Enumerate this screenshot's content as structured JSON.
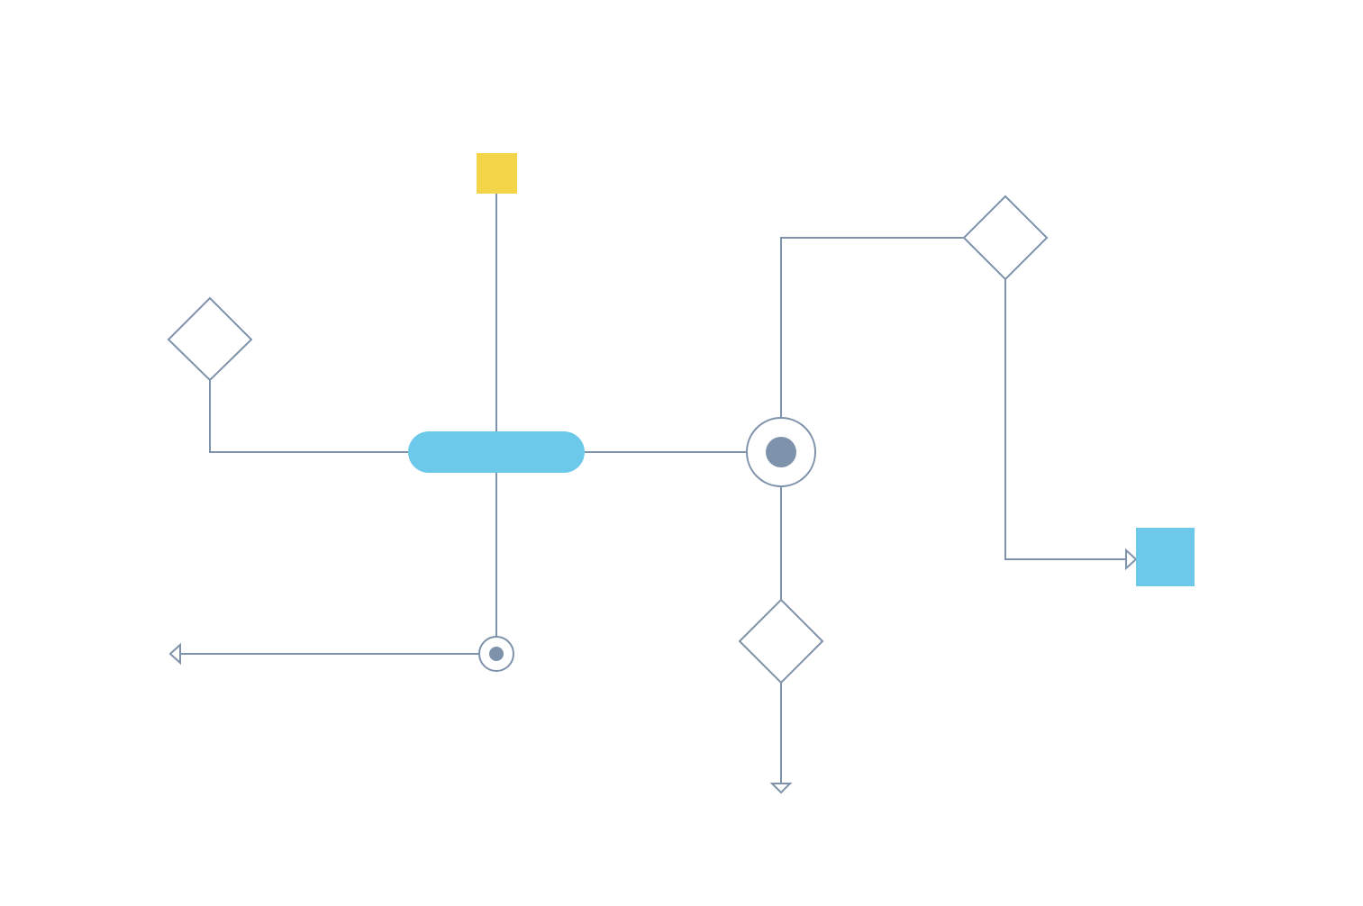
{
  "diagram": {
    "colors": {
      "stroke": "#7f92ab",
      "background": "#ffffff",
      "terminal_blue": "#6cc9ea",
      "terminal_yellow": "#f4d54a",
      "node_dot": "#7f92ab"
    },
    "nodes": [
      {
        "id": "yellow-start",
        "shape": "square",
        "fill": "terminal_yellow"
      },
      {
        "id": "central-bar",
        "shape": "pill",
        "fill": "terminal_blue"
      },
      {
        "id": "left-decision",
        "shape": "diamond"
      },
      {
        "id": "bottom-merge",
        "shape": "circle-dot-small"
      },
      {
        "id": "right-junction",
        "shape": "circle-dot-large"
      },
      {
        "id": "top-right-decision",
        "shape": "diamond"
      },
      {
        "id": "bottom-decision",
        "shape": "diamond"
      },
      {
        "id": "blue-end",
        "shape": "square",
        "fill": "terminal_blue"
      }
    ],
    "edges": [
      {
        "from": "yellow-start",
        "to": "central-bar"
      },
      {
        "from": "central-bar",
        "to": "bottom-merge"
      },
      {
        "from": "left-decision",
        "to": "central-bar"
      },
      {
        "from": "central-bar",
        "to": "right-junction"
      },
      {
        "from": "right-junction",
        "to": "top-right-decision"
      },
      {
        "from": "top-right-decision",
        "to": "blue-end",
        "arrow": "end"
      },
      {
        "from": "right-junction",
        "to": "bottom-decision"
      },
      {
        "from": "bottom-decision",
        "to": "exit-down",
        "arrow": "end"
      },
      {
        "from": "bottom-merge",
        "to": "exit-left",
        "arrow": "end"
      }
    ]
  }
}
